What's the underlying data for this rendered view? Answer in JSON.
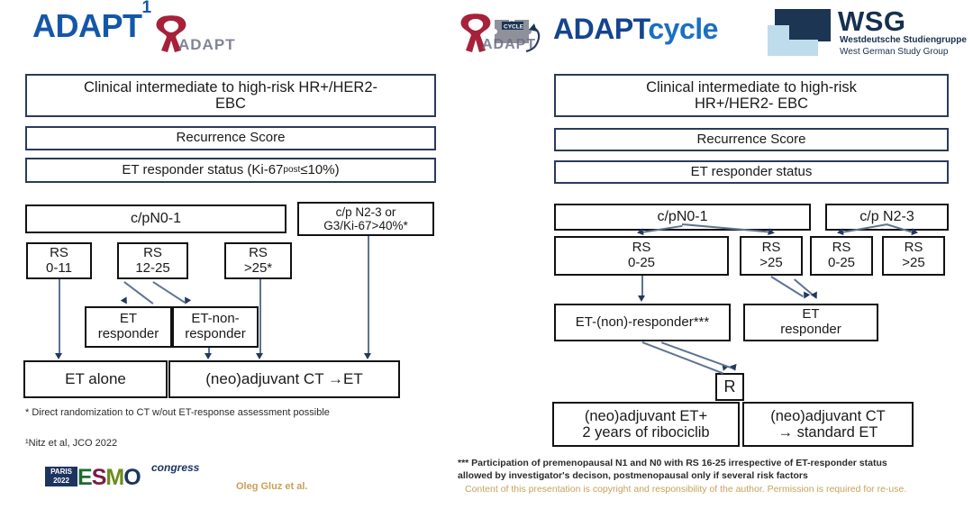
{
  "left_panel": {
    "title": "ADAPT",
    "title_superscript": "1",
    "logo_word": "ADAPT",
    "logo_name": "adapt-ribbon-logo",
    "boxes": {
      "population": "Clinical intermediate to high-risk HR+/HER2-\nEBC",
      "recurrence_score": "Recurrence Score",
      "et_responder_status": "ET responder status (Ki-67post ≤10%)",
      "et_responder_status_main": "ET responder status (Ki-67",
      "et_responder_status_sub": "post",
      "et_responder_status_tail": " ≤10%)",
      "nodal_low": "c/pN0-1",
      "nodal_high": "c/p N2-3 or\nG3/Ki-67>40%*",
      "rs_0_11": "RS\n0-11",
      "rs_12_25": "RS\n12-25",
      "rs_gt25": "RS\n>25*",
      "et_responder": "ET\nresponder",
      "et_non_responder": "ET-non-\nresponder",
      "treatment_et_alone": "ET alone",
      "treatment_ct_et": "(neo)adjuvant CT →ET"
    },
    "footnote_star": "* Direct randomization to CT w/out ET-response assessment possible",
    "reference": "¹Nitz et al, JCO 2022",
    "presenter": "Oleg Gluz et al.",
    "esmo_logo": {
      "city": "PARIS",
      "year": "2022",
      "letters": "ESMO",
      "congress": "congress"
    }
  },
  "right_panel": {
    "title_part1": "ADAPT",
    "title_part2": "cycle",
    "logo_word": "ADAPT",
    "logo_badge": "CYCLE",
    "wsg_logo": {
      "name": "WSG",
      "sub_de": "Westdeutsche Studiengruppe",
      "sub_en": "West German Study Group"
    },
    "boxes": {
      "population": "Clinical intermediate to high-risk\nHR+/HER2- EBC",
      "recurrence_score": "Recurrence Score",
      "et_responder_status": "ET responder status",
      "nodal_low": "c/pN0-1",
      "nodal_high": "c/p N2-3",
      "rs_low_left": "RS\n0-25",
      "rs_high_left": "RS\n>25",
      "rs_low_right": "RS\n0-25",
      "rs_high_right": "RS\n>25",
      "et_non_responder": "ET-(non)-responder***",
      "et_responder": "ET\nresponder",
      "randomization": "R",
      "treatment_et_ribo": "(neo)adjuvant ET+\n2 years of ribociclib",
      "treatment_ct_et": "(neo)adjuvant CT\n→ standard ET"
    },
    "footnote_line1": "*** Participation of premenopausal N1 and N0 with RS 16-25 irrespective of ET-responder status",
    "footnote_line2": "allowed by investigator's decison, postmenopausal only if several risk factors",
    "copyright": "Content of this presentation is copyright and responsibility of the author. Permission is required for re-use."
  },
  "colors": {
    "navy_border": "#2b3a5c",
    "black_border": "#111111",
    "connector": "#5f7391",
    "arrow": "#24375e",
    "title_blue": "#1457a8",
    "cycle_blue": "#1a6fc4",
    "ribbon_red": "#a62139",
    "gold": "#c9a057",
    "wsg_navy": "#16304f",
    "wsg_light": "#bedcec"
  }
}
